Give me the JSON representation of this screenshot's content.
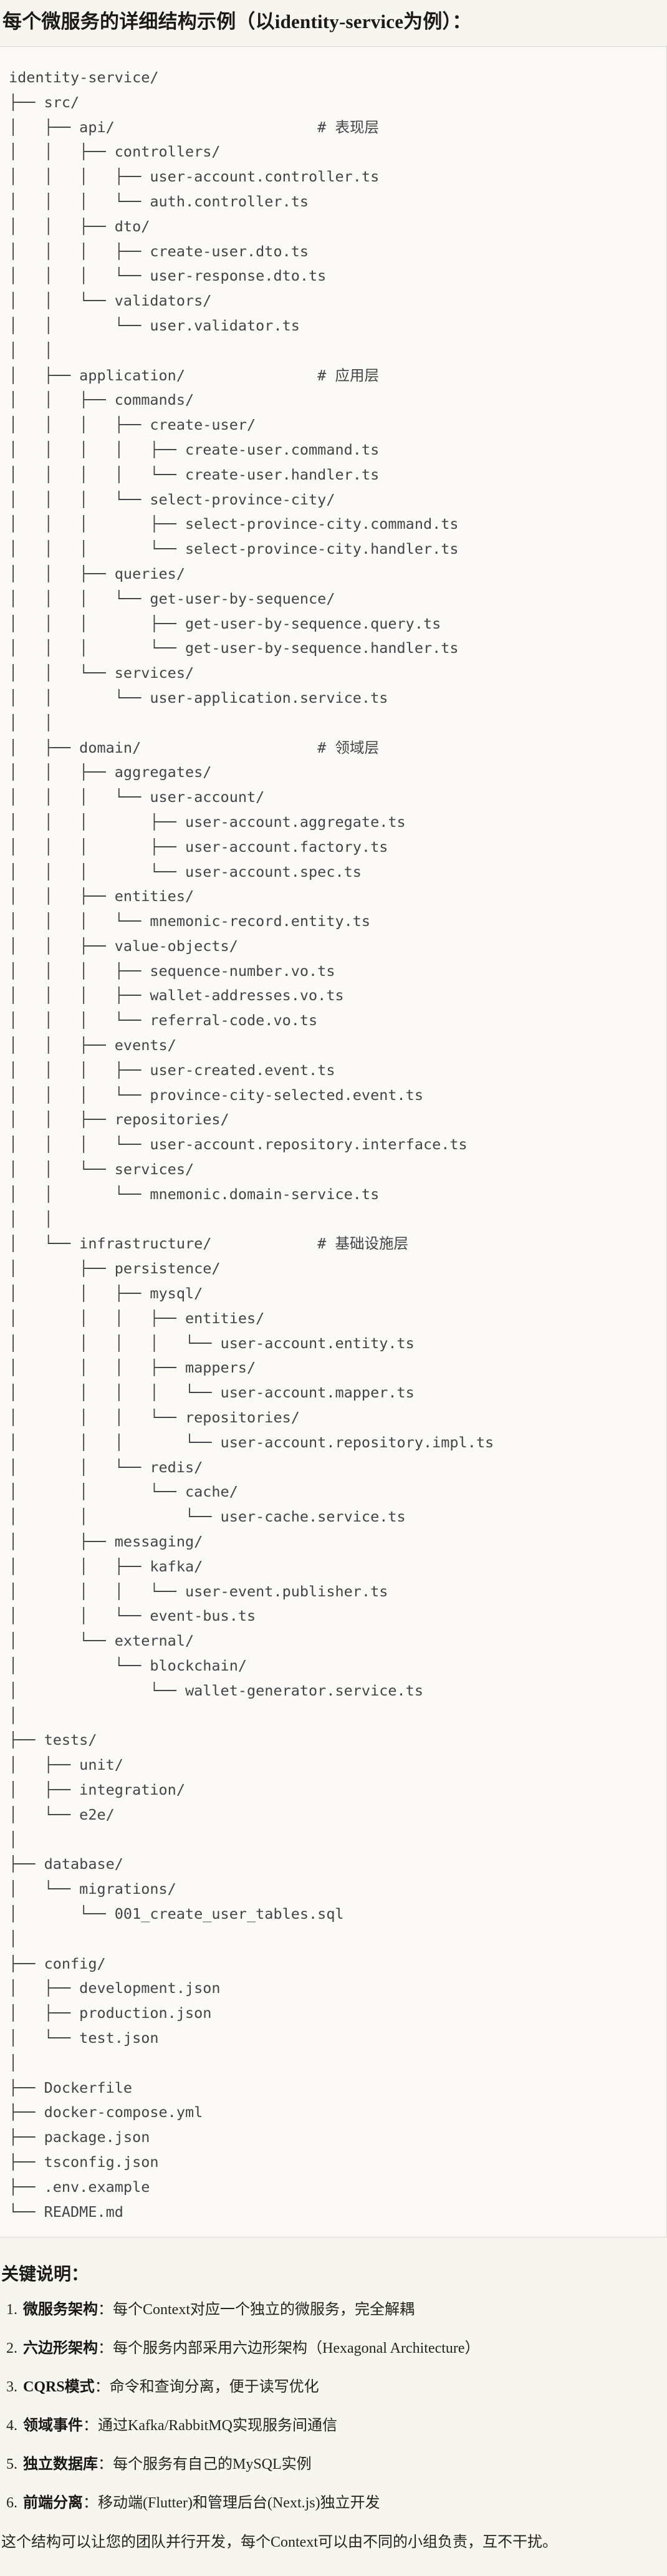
{
  "page": {
    "title": "每个微服务的详细结构示例（以identity-service为例）："
  },
  "code_block": {
    "tree_text": "identity-service/\n├── src/\n│   ├── api/                       # 表现层\n│   │   ├── controllers/\n│   │   │   ├── user-account.controller.ts\n│   │   │   └── auth.controller.ts\n│   │   ├── dto/\n│   │   │   ├── create-user.dto.ts\n│   │   │   └── user-response.dto.ts\n│   │   └── validators/\n│   │       └── user.validator.ts\n│   │\n│   ├── application/               # 应用层\n│   │   ├── commands/\n│   │   │   ├── create-user/\n│   │   │   │   ├── create-user.command.ts\n│   │   │   │   └── create-user.handler.ts\n│   │   │   └── select-province-city/\n│   │   │       ├── select-province-city.command.ts\n│   │   │       └── select-province-city.handler.ts\n│   │   ├── queries/\n│   │   │   └── get-user-by-sequence/\n│   │   │       ├── get-user-by-sequence.query.ts\n│   │   │       └── get-user-by-sequence.handler.ts\n│   │   └── services/\n│   │       └── user-application.service.ts\n│   │\n│   ├── domain/                    # 领域层\n│   │   ├── aggregates/\n│   │   │   └── user-account/\n│   │   │       ├── user-account.aggregate.ts\n│   │   │       ├── user-account.factory.ts\n│   │   │       └── user-account.spec.ts\n│   │   ├── entities/\n│   │   │   └── mnemonic-record.entity.ts\n│   │   ├── value-objects/\n│   │   │   ├── sequence-number.vo.ts\n│   │   │   ├── wallet-addresses.vo.ts\n│   │   │   └── referral-code.vo.ts\n│   │   ├── events/\n│   │   │   ├── user-created.event.ts\n│   │   │   └── province-city-selected.event.ts\n│   │   ├── repositories/\n│   │   │   └── user-account.repository.interface.ts\n│   │   └── services/\n│   │       └── mnemonic.domain-service.ts\n│   │\n│   └── infrastructure/            # 基础设施层\n│       ├── persistence/\n│       │   ├── mysql/\n│       │   │   ├── entities/\n│       │   │   │   └── user-account.entity.ts\n│       │   │   ├── mappers/\n│       │   │   │   └── user-account.mapper.ts\n│       │   │   └── repositories/\n│       │   │       └── user-account.repository.impl.ts\n│       │   └── redis/\n│       │       └── cache/\n│       │           └── user-cache.service.ts\n│       ├── messaging/\n│       │   ├── kafka/\n│       │   │   └── user-event.publisher.ts\n│       │   └── event-bus.ts\n│       └── external/\n│           └── blockchain/\n│               └── wallet-generator.service.ts\n│\n├── tests/\n│   ├── unit/\n│   ├── integration/\n│   └── e2e/\n│\n├── database/\n│   └── migrations/\n│       └── 001_create_user_tables.sql\n│\n├── config/\n│   ├── development.json\n│   ├── production.json\n│   └── test.json\n│\n├── Dockerfile\n├── docker-compose.yml\n├── package.json\n├── tsconfig.json\n├── .env.example\n└── README.md"
  },
  "notes": {
    "heading": "关键说明：",
    "items": [
      {
        "num": "1.",
        "label": "微服务架构",
        "text": "：每个Context对应一个独立的微服务，完全解耦"
      },
      {
        "num": "2.",
        "label": "六边形架构",
        "text": "：每个服务内部采用六边形架构（Hexagonal Architecture）"
      },
      {
        "num": "3.",
        "label": "CQRS模式",
        "text": "：命令和查询分离，便于读写优化"
      },
      {
        "num": "4.",
        "label": "领域事件",
        "text": "：通过Kafka/RabbitMQ实现服务间通信"
      },
      {
        "num": "5.",
        "label": "独立数据库",
        "text": "：每个服务有自己的MySQL实例"
      },
      {
        "num": "6.",
        "label": "前端分离",
        "text": "：移动端(Flutter)和管理后台(Next.js)独立开发"
      }
    ],
    "footer": "这个结构可以让您的团队并行开发，每个Context可以由不同的小组负责，互不干扰。"
  }
}
